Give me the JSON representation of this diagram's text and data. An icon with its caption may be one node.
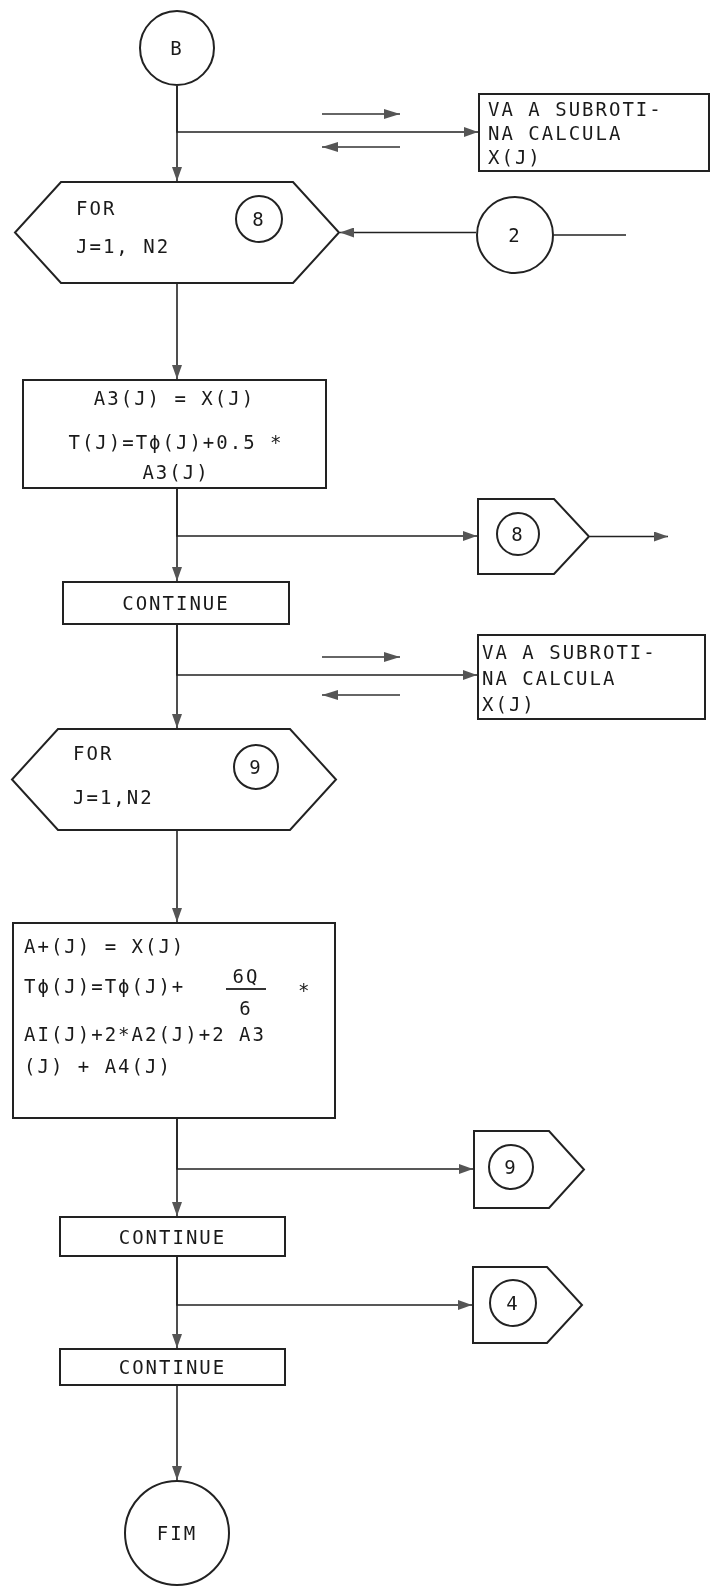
{
  "diagram": {
    "nodes": [
      {
        "text": [
          "B"
        ]
      },
      {
        "text": [
          "VA A SUBROTI- NA CALCULA X(J)"
        ]
      },
      {
        "text": [
          "FOR J=1, N2"
        ]
      },
      {
        "text": [
          "8"
        ],
        "in": 2
      },
      {
        "text": [
          "2"
        ]
      },
      {
        "text": [
          "A3(J) = X(J)",
          "T(J)=Tϕ(J)+0.5 * A3(J)"
        ]
      },
      {
        "text": [],
        "shape": "pentagon"
      },
      {
        "text": [
          "8"
        ],
        "in": 6
      },
      {
        "text": [
          "CONTINUE"
        ]
      },
      {
        "text": [
          "VA A SUBROTI- NA CALCULA X(J)"
        ]
      },
      {
        "text": [
          "FOR J=1,N2"
        ]
      },
      {
        "text": [
          "9"
        ],
        "in": 10
      },
      {
        "text": [
          "A+(J) = X(J)",
          "Tϕ(J)=Tϕ(J)+",
          "6Q",
          "6",
          "*",
          "AI(J)+2*A2(J)+2 A3 (J) + A4(J)"
        ]
      },
      {
        "text": [],
        "shape": "pentagon"
      },
      {
        "text": [
          "9"
        ],
        "in": 13
      },
      {
        "text": [
          "CONTINUE"
        ]
      },
      {
        "text": [],
        "shape": "pentagon"
      },
      {
        "text": [
          "4"
        ],
        "in": 16
      },
      {
        "text": [
          "CONTINUE"
        ]
      },
      {
        "text": [
          "FIM"
        ]
      }
    ],
    "edges": [
      {
        "from": 0,
        "to": 2,
        "arrow": "to"
      },
      {
        "from": 0,
        "to": 1,
        "arrow": "to"
      },
      {
        "from": 4,
        "to": 2,
        "arrow": "to"
      },
      {
        "from": 4,
        "to": null,
        "arrow": "none"
      },
      {
        "from": 2,
        "to": 5,
        "arrow": "to"
      },
      {
        "from": 5,
        "to": 8,
        "arrow": "to"
      },
      {
        "from": 5,
        "to": 6,
        "arrow": "to"
      },
      {
        "from": 6,
        "to": null,
        "arrow": "to"
      },
      {
        "from": 8,
        "to": 10,
        "arrow": "to"
      },
      {
        "from": 8,
        "to": 9,
        "arrow": "to"
      },
      {
        "from": 10,
        "to": 12,
        "arrow": "to"
      },
      {
        "from": 12,
        "to": 15,
        "arrow": "to"
      },
      {
        "from": 12,
        "to": 13,
        "arrow": "to"
      },
      {
        "from": 15,
        "to": 18,
        "arrow": "to"
      },
      {
        "from": 15,
        "to": 16,
        "arrow": "to"
      },
      {
        "from": 18,
        "to": 19,
        "arrow": "to"
      }
    ]
  }
}
